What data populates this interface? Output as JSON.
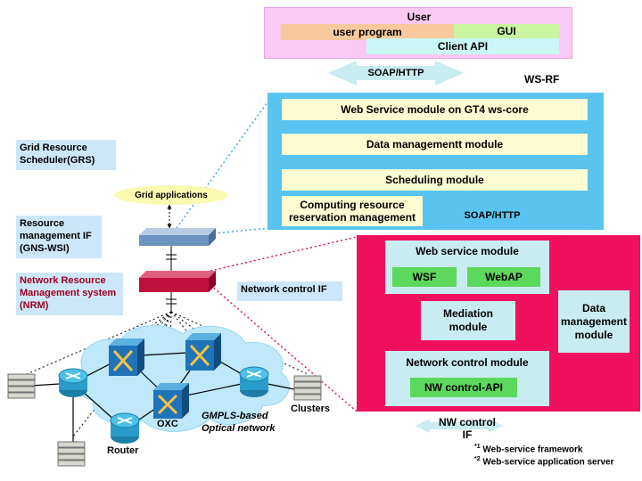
{
  "user": {
    "title": "User",
    "user_program": "user program",
    "gui": "GUI",
    "client_api": "Client API"
  },
  "soap_http_top": "SOAP/HTTP",
  "ws_rf": "WS-RF",
  "grs_panel": {
    "ws_module": "Web Service module on GT4 ws-core",
    "data_module": "Data managementt module",
    "scheduling_module": "Scheduling module",
    "computing": "Computing resource reservation management"
  },
  "soap_http_mid": "SOAP/HTTP",
  "nrm_panel": {
    "ws_module": "Web service module",
    "wsf": "WSF",
    "webap": "WebAP",
    "mediation": "Mediation module",
    "data_management": "Data management module",
    "network_control": "Network control module",
    "nw_control_api": "NW control-API"
  },
  "nw_control_if": "NW control IF",
  "footnotes": {
    "f1_mark": "*1",
    "f1_text": "Web-service framework",
    "f2_mark": "*2",
    "f2_text": "Web-service application server"
  },
  "left": {
    "grs_label": "Grid Resource Scheduler(GRS)",
    "grid_apps": "Grid applications",
    "rm_if": "Resource management IF (GNS-WSI)",
    "nrm_label": "Network Resource Management system (NRM)",
    "nc_if": "Network control IF",
    "oxc": "OXC",
    "router": "Router",
    "gmpls": "GMPLS-based Optical network",
    "clusters": "Clusters"
  },
  "colors": {
    "user_bg": "#f9c8f3",
    "user_program": "#f9c89c",
    "gui": "#c9f4a0",
    "client_api": "#c9f7f5",
    "grs_bg": "#58c4ef",
    "module_yellow": "#fdfbd2",
    "nrm_bg": "#f0105e",
    "module_cyan": "#c8ecf0",
    "module_green": "#5cd85c",
    "callout": "#cde7fa",
    "grid_apps": "#fafab0",
    "nrm_red": "#c0103c",
    "arrow_fill": "#c8ecf0"
  },
  "icons": [
    "server-icon",
    "router-icon",
    "oxc-icon",
    "optical-network-cloud-icon"
  ]
}
